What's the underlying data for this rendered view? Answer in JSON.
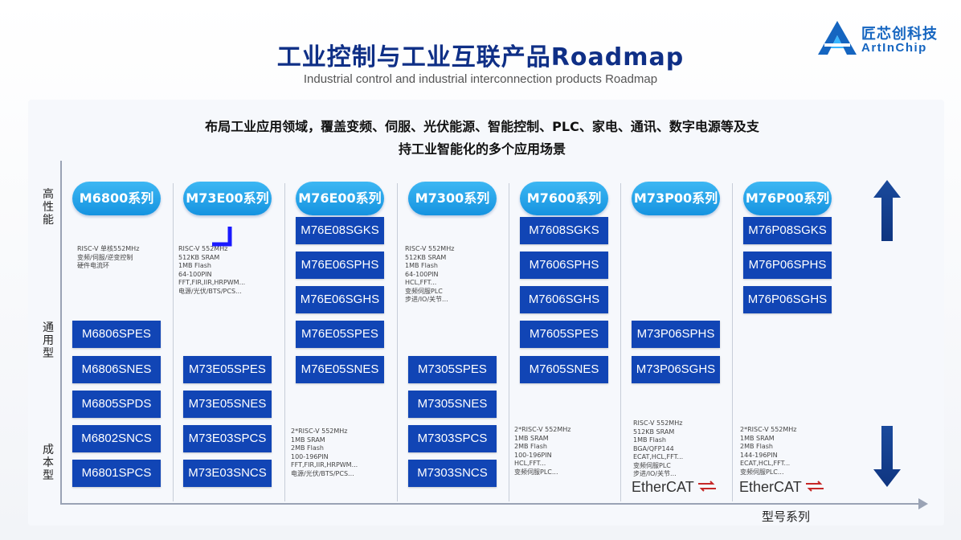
{
  "title": "工业控制与工业互联产品Roadmap",
  "subtitle": "Industrial control and industrial interconnection products Roadmap",
  "logo": {
    "cn": "匠芯创科技",
    "en": "ArtInChip",
    "icon": "artinchip-a-logo"
  },
  "intro": {
    "line1": "布局工业应用领域，覆盖变频、伺服、光伏能源、智能控制、PLC、家电、通讯、数字电源等及支",
    "line2": "持工业智能化的多个应用场景"
  },
  "axis": {
    "y_high": "高性能",
    "y_mid": "通用型",
    "y_low": "成本型",
    "x_label": "型号系列"
  },
  "colors": {
    "pill": "#1e9be6",
    "chip": "#1145b5",
    "title": "#0f2f86",
    "arrow": "#163f8a"
  },
  "series": [
    {
      "name": "M6800系列",
      "chips": [
        "M6806SPES",
        "M6806SNES",
        "M6805SPDS",
        "M6802SNCS",
        "M6801SPCS"
      ],
      "spec": "RISC-V 单核552MHz\n变频/伺服/逆变控制\n硬件电流环"
    },
    {
      "name": "M73E00系列",
      "chips": [
        "M73E05SPES",
        "M73E05SNES",
        "M73E03SPCS",
        "M73E03SNCS"
      ],
      "spec": "RISC-V 552MHz\n512KB SRAM\n1MB Flash\n64-100PIN\nFFT,FIR,IIR,HRPWM...\n电源/光伏/BTS/PCS..."
    },
    {
      "name": "M76E00系列",
      "chips": [
        "M76E08SGKS",
        "M76E06SPHS",
        "M76E06SGHS",
        "M76E05SPES",
        "M76E05SNES"
      ],
      "spec": "2*RISC-V 552MHz\n1MB SRAM\n2MB Flash\n100-196PIN\nFFT,FIR,IIR,HRPWM...\n电源/光伏/BTS/PCS..."
    },
    {
      "name": "M7300系列",
      "chips": [
        "M7305SPES",
        "M7305SNES",
        "M7303SPCS",
        "M7303SNCS"
      ],
      "spec": "RISC-V 552MHz\n512KB SRAM\n1MB Flash\n64-100PIN\nHCL,FFT...\n变频伺服PLC\n步进/IO/关节..."
    },
    {
      "name": "M7600系列",
      "chips": [
        "M7608SGKS",
        "M7606SPHS",
        "M7606SGHS",
        "M7605SPES",
        "M7605SNES"
      ],
      "spec": "2*RISC-V 552MHz\n1MB SRAM\n2MB Flash\n100-196PIN\nHCL,FFT...\n变频伺服PLC..."
    },
    {
      "name": "M73P00系列",
      "chips": [
        "M73P06SPHS",
        "M73P06SGHS"
      ],
      "spec": "RISC-V 552MHz\n512KB SRAM\n1MB Flash\nBGA/QFP144\nECAT,HCL,FFT...\n变频伺服PLC\n步进/IO/关节...",
      "badge": "EtherCAT"
    },
    {
      "name": "M76P00系列",
      "chips": [
        "M76P08SGKS",
        "M76P06SPHS",
        "M76P06SGHS"
      ],
      "spec": "2*RISC-V 552MHz\n1MB SRAM\n2MB Flash\n144-196PIN\nECAT,HCL,FFT...\n变频伺服PLC...",
      "badge": "EtherCAT"
    }
  ]
}
